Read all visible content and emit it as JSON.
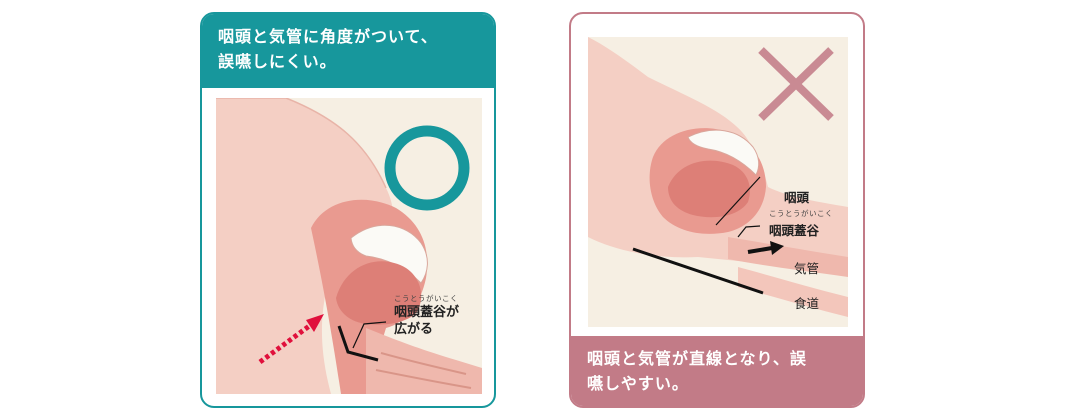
{
  "good_card": {
    "caption_line1": "咽頭と気管に角度がついて、",
    "caption_line2": "誤嚥しにくい。",
    "mark_icon": "circle-ok-icon",
    "label_ruby": "こうとうがいこく",
    "label_line1": "咽頭蓋谷が",
    "label_line2": "広がる",
    "colors": {
      "accent": "#17979c",
      "arrow": "#e0103c"
    }
  },
  "bad_card": {
    "mark_icon": "cross-ng-icon",
    "label_pharynx": "咽頭",
    "label_ruby": "こうとうがいこく",
    "label_vallecula": "咽頭蓋谷",
    "label_trachea": "気管",
    "label_esophagus": "食道",
    "caption_line1": "咽頭と気管が直線となり、誤",
    "caption_line2": "嚥しやすい。",
    "colors": {
      "accent": "#c27b87",
      "cross": "#c98a93"
    }
  }
}
